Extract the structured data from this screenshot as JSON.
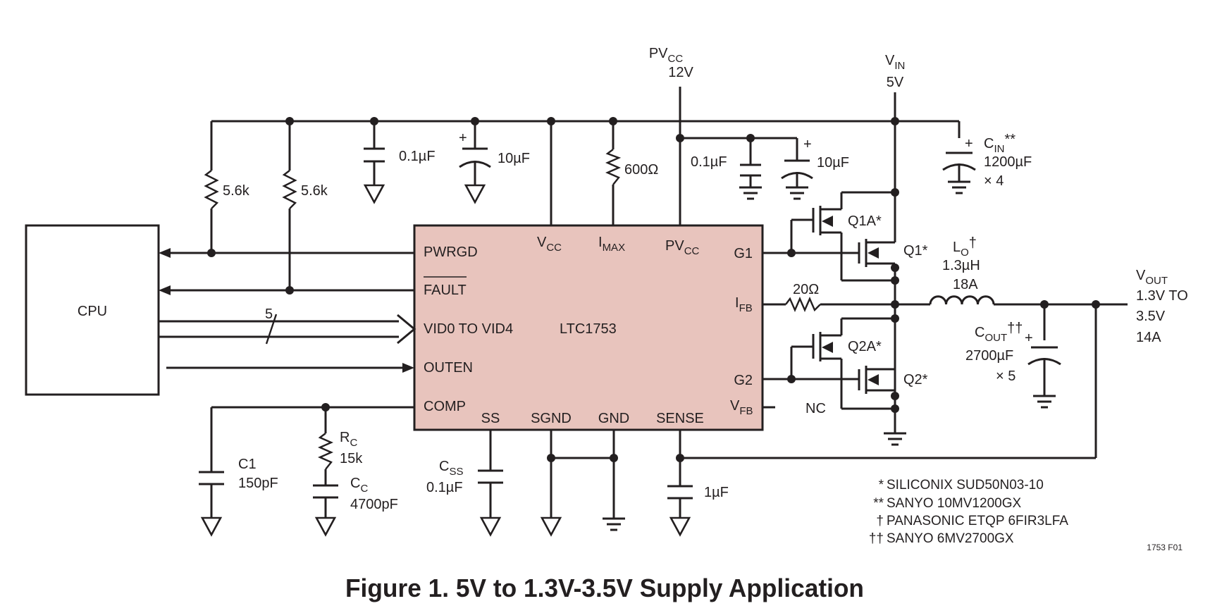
{
  "figure_caption": "Figure 1. 5V to 1.3V-3.5V Supply Application",
  "figure_tag": "1753 F01",
  "chip": {
    "name": "LTC1753",
    "fill_color": "#e8c4bd",
    "pins": {
      "pwrgd": "PWRGD",
      "fault": "FAULT",
      "vid": "VID0 TO VID4",
      "outen": "OUTEN",
      "comp": "COMP",
      "vcc_main": "V",
      "vcc_sub": "CC",
      "imax_main": "I",
      "imax_sub": "MAX",
      "pvcc_main": "PV",
      "pvcc_sub": "CC",
      "g1": "G1",
      "ifb_main": "I",
      "ifb_sub": "FB",
      "g2": "G2",
      "vfb_main": "V",
      "vfb_sub": "FB",
      "ss": "SS",
      "sgnd": "SGND",
      "gnd": "GND",
      "sense": "SENSE"
    }
  },
  "cpu": {
    "label": "CPU"
  },
  "bus_width": "5",
  "supplies": {
    "pvcc_main": "PV",
    "pvcc_sub": "CC",
    "pvcc_value": "12V",
    "vin_main": "V",
    "vin_sub": "IN",
    "vin_value": "5V"
  },
  "components": {
    "r_pullup1": "5.6k",
    "r_pullup2": "5.6k",
    "c_vcc1": "0.1µF",
    "c_vcc2": "10µF",
    "r_imax": "600Ω",
    "c_pvcc1": "0.1µF",
    "c_pvcc2": "10µF",
    "cin_main": "C",
    "cin_sub": "IN",
    "cin_mark": "**",
    "cin_value": "1200µF",
    "cin_count": "× 4",
    "q1a": "Q1A*",
    "q1": "Q1*",
    "q2a": "Q2A*",
    "q2": "Q2*",
    "r_ifb": "20Ω",
    "lo_main": "L",
    "lo_sub": "O",
    "lo_mark": "†",
    "lo_value": "1.3µH",
    "lo_current": "18A",
    "cout_main": "C",
    "cout_sub": "OUT",
    "cout_mark": "††",
    "cout_value": "2700µF",
    "cout_count": "× 5",
    "nc": "NC",
    "c1_name": "C1",
    "c1_value": "150pF",
    "rc_main": "R",
    "rc_sub": "C",
    "rc_value": "15k",
    "cc_main": "C",
    "cc_sub": "C",
    "cc_value": "4700pF",
    "css_main": "C",
    "css_sub": "SS",
    "css_value": "0.1µF",
    "c_sense": "1µF"
  },
  "output": {
    "vout_main": "V",
    "vout_sub": "OUT",
    "vout_range1": "1.3V TO",
    "vout_range2": "3.5V",
    "vout_current": "14A"
  },
  "notes": [
    {
      "mark": "*",
      "text": "SILICONIX SUD50N03-10"
    },
    {
      "mark": "**",
      "text": "SANYO 10MV1200GX"
    },
    {
      "mark": "†",
      "text": "PANASONIC ETQP 6FIR3LFA"
    },
    {
      "mark": "††",
      "text": "SANYO 6MV2700GX"
    }
  ]
}
